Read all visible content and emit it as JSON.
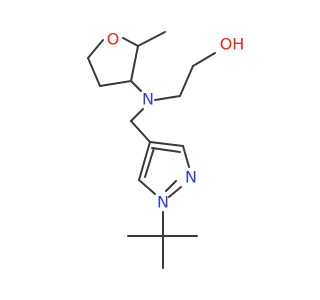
{
  "colors": {
    "bond": "#3a3a3a",
    "oxygen": "#e8261c",
    "nitrogen": "#2b3be0",
    "background": "#ffffff"
  },
  "atoms": {
    "ring_oxygen": "O",
    "hydroxyl": "OH",
    "amine_nitrogen": "N",
    "pyrazole_n2": "N",
    "pyrazole_n1": "N"
  }
}
